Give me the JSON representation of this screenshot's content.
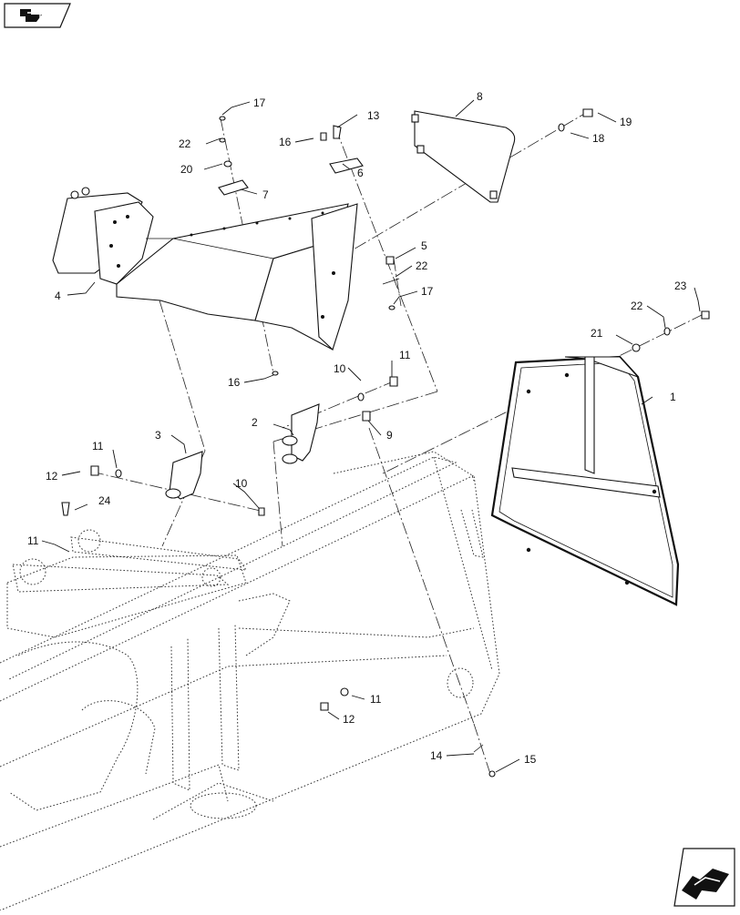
{
  "nav": {
    "prev_icon": "arrow-back-icon",
    "next_icon": "arrow-forward-icon"
  },
  "callouts": [
    {
      "id": "c1",
      "label": "1"
    },
    {
      "id": "c2",
      "label": "2"
    },
    {
      "id": "c3",
      "label": "3"
    },
    {
      "id": "c4",
      "label": "4"
    },
    {
      "id": "c5",
      "label": "5"
    },
    {
      "id": "c6",
      "label": "6"
    },
    {
      "id": "c7",
      "label": "7"
    },
    {
      "id": "c8",
      "label": "8"
    },
    {
      "id": "c9",
      "label": "9"
    },
    {
      "id": "c10a",
      "label": "10"
    },
    {
      "id": "c10b",
      "label": "10"
    },
    {
      "id": "c11a",
      "label": "11"
    },
    {
      "id": "c11b",
      "label": "11"
    },
    {
      "id": "c11c",
      "label": "11"
    },
    {
      "id": "c11d",
      "label": "11"
    },
    {
      "id": "c12a",
      "label": "12"
    },
    {
      "id": "c12b",
      "label": "12"
    },
    {
      "id": "c13",
      "label": "13"
    },
    {
      "id": "c14",
      "label": "14"
    },
    {
      "id": "c15",
      "label": "15"
    },
    {
      "id": "c16a",
      "label": "16"
    },
    {
      "id": "c16b",
      "label": "16"
    },
    {
      "id": "c17a",
      "label": "17"
    },
    {
      "id": "c17b",
      "label": "17"
    },
    {
      "id": "c18",
      "label": "18"
    },
    {
      "id": "c19",
      "label": "19"
    },
    {
      "id": "c20",
      "label": "20"
    },
    {
      "id": "c21",
      "label": "21"
    },
    {
      "id": "c22a",
      "label": "22"
    },
    {
      "id": "c22b",
      "label": "22"
    },
    {
      "id": "c22c",
      "label": "22"
    },
    {
      "id": "c23",
      "label": "23"
    },
    {
      "id": "c24",
      "label": "24"
    }
  ]
}
